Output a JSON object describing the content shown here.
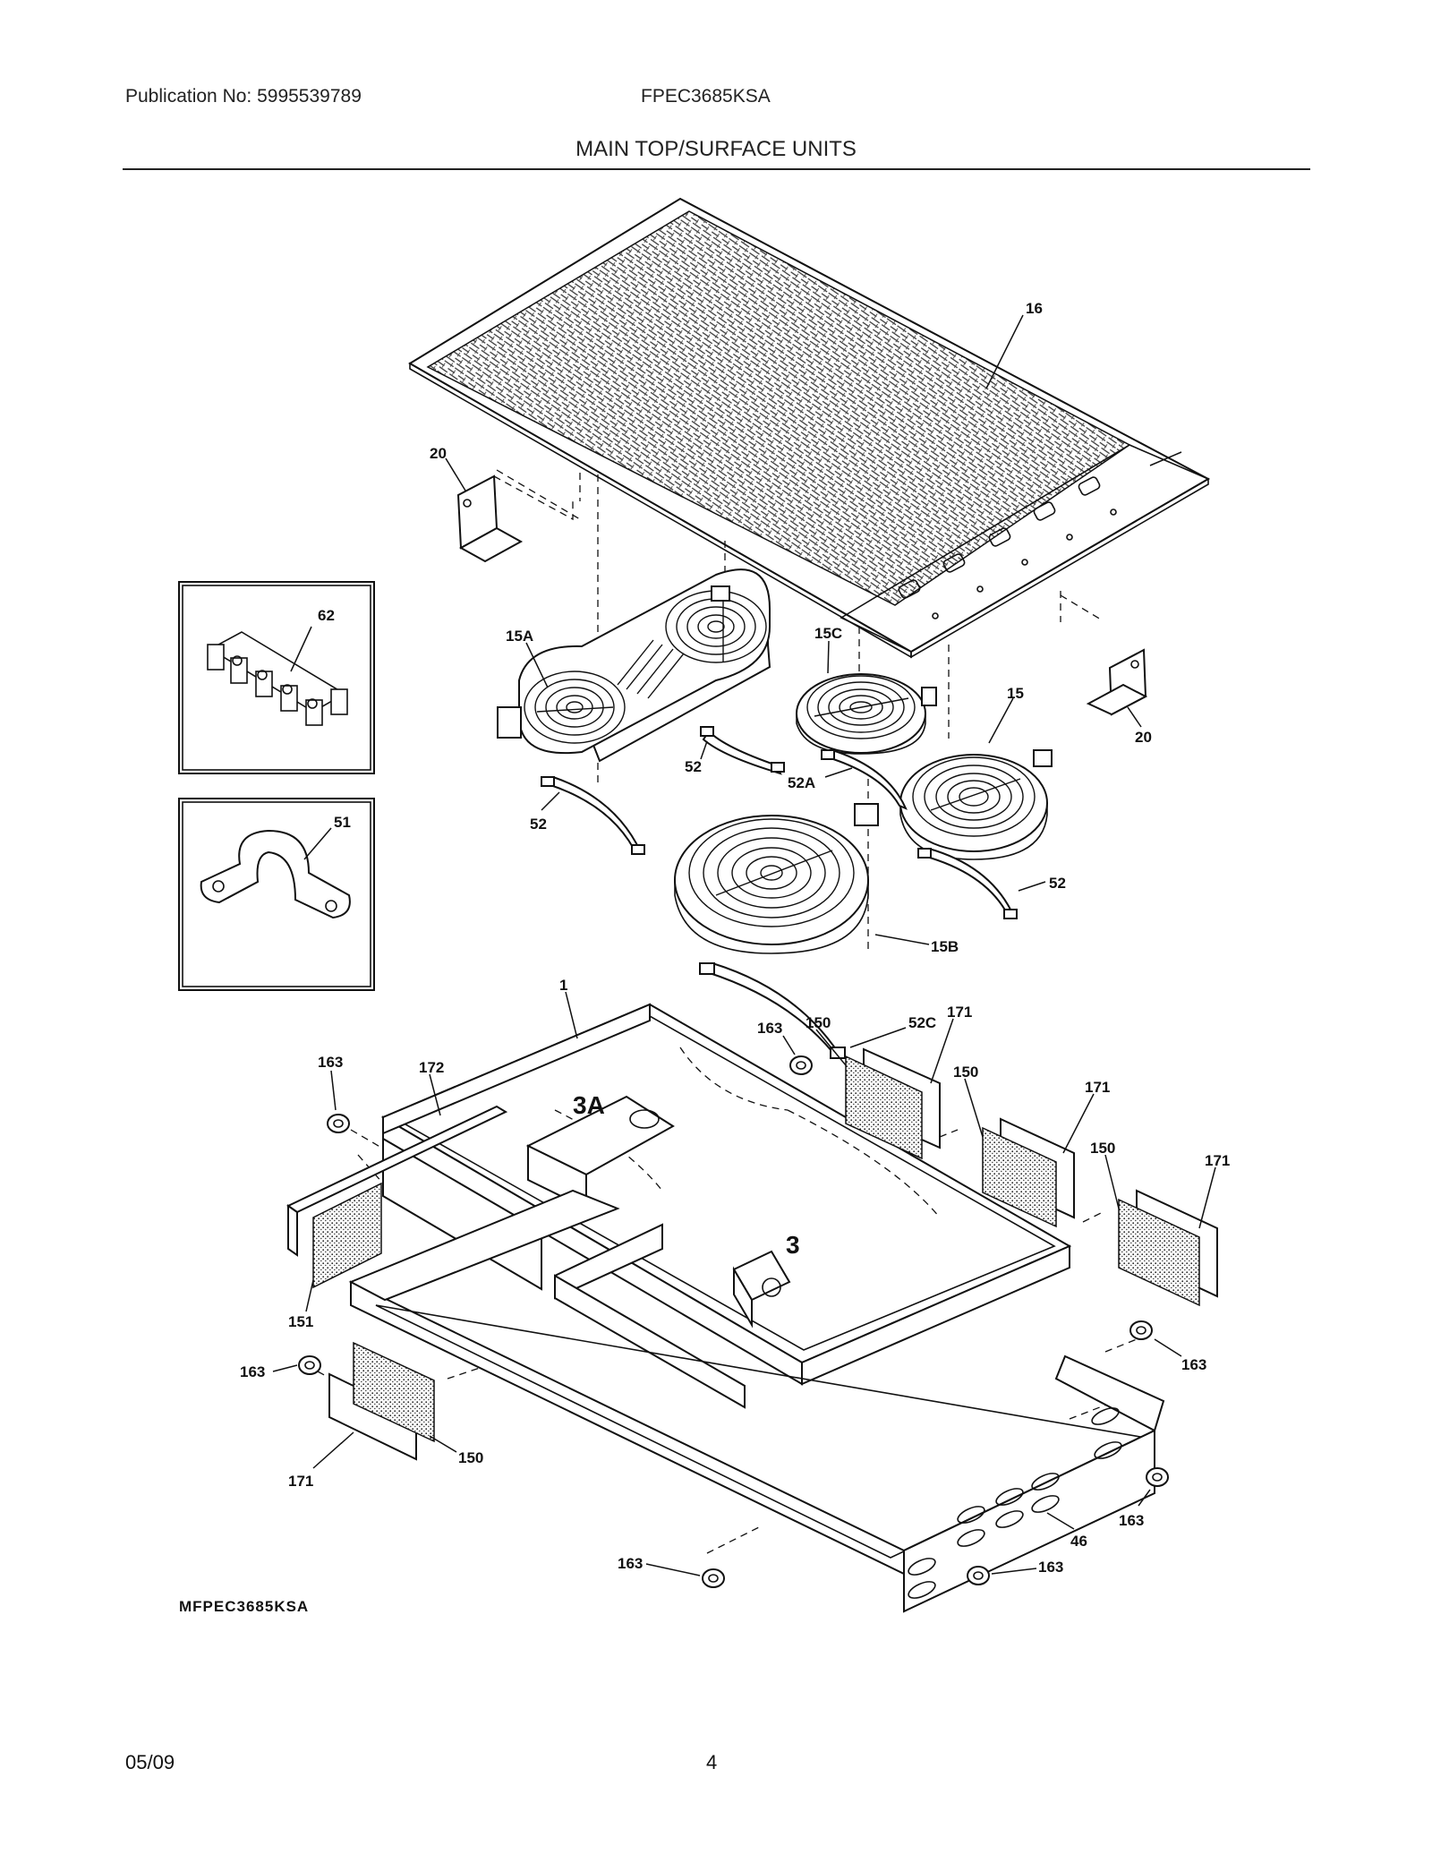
{
  "header": {
    "publication": "Publication No: 5995539789",
    "model": "FPEC3685KSA",
    "title": "MAIN TOP/SURFACE UNITS"
  },
  "diagram_code": "MFPEC3685KSA",
  "footer": {
    "date": "05/09",
    "page": "4"
  },
  "callouts": {
    "c16": "16",
    "c20a": "20",
    "c20b": "20",
    "c62": "62",
    "c51": "51",
    "c15a": "15A",
    "c15c": "15C",
    "c15": "15",
    "c52a": "52",
    "c52b": "52",
    "c52c": "52",
    "c52A": "52A",
    "c15b": "15B",
    "c52C": "52C",
    "c1": "1",
    "c163a": "163",
    "c163b": "163",
    "c163c": "163",
    "c163d": "163",
    "c163e": "163",
    "c163f": "163",
    "c163g": "163",
    "c172": "172",
    "c3A": "3A",
    "c3": "3",
    "c151": "151",
    "c150a": "150",
    "c150b": "150",
    "c150c": "150",
    "c150d": "150",
    "c171a": "171",
    "c171b": "171",
    "c171c": "171",
    "c171d": "171",
    "c46": "46"
  }
}
